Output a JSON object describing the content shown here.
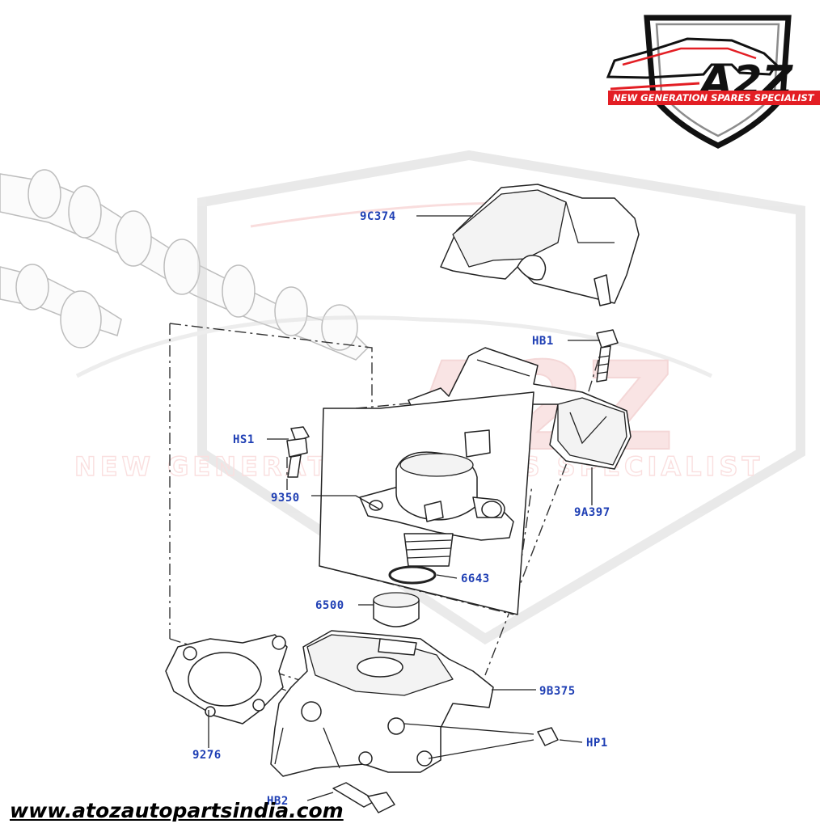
{
  "logo": {
    "brand": "A2Z",
    "tagline": "NEW GENERATION SPARES SPECIALIST",
    "colors": {
      "red": "#e31e24",
      "black": "#111111",
      "grey": "#8c8c8c"
    }
  },
  "watermark": {
    "brand": "A2Z",
    "tagline": "NEW GENERATION SPARES SPECIALIST"
  },
  "parts": {
    "cover": "9C374",
    "bolt_top": "HB1",
    "stud_left": "HS1",
    "heat_shield": "9A397",
    "fuel_pump": "9350",
    "o_ring": "6643",
    "tappet": "6500",
    "pump_housing": "9B375",
    "gasket": "9276",
    "plugs": "HP1",
    "bolt_bottom": "HB2"
  },
  "colors": {
    "label": "#1f3fb4",
    "line": "#222222"
  },
  "website": "www.atozautopartsindia.com"
}
